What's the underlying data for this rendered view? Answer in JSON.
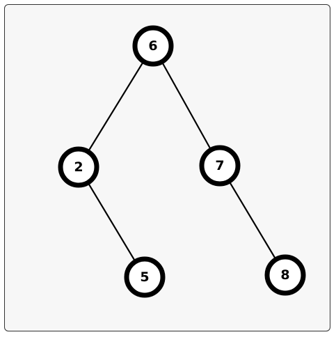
{
  "tree": {
    "nodes": [
      {
        "id": "n6",
        "label": "6"
      },
      {
        "id": "n2",
        "label": "2"
      },
      {
        "id": "n7",
        "label": "7"
      },
      {
        "id": "n5",
        "label": "5"
      },
      {
        "id": "n8",
        "label": "8"
      }
    ],
    "edges": [
      {
        "from": "n6",
        "to": "n2"
      },
      {
        "from": "n6",
        "to": "n7"
      },
      {
        "from": "n2",
        "to": "n5"
      },
      {
        "from": "n7",
        "to": "n8"
      }
    ],
    "colors": {
      "background": "#f7f7f7",
      "node_fill": "#ffffff",
      "stroke": "#000000"
    }
  }
}
